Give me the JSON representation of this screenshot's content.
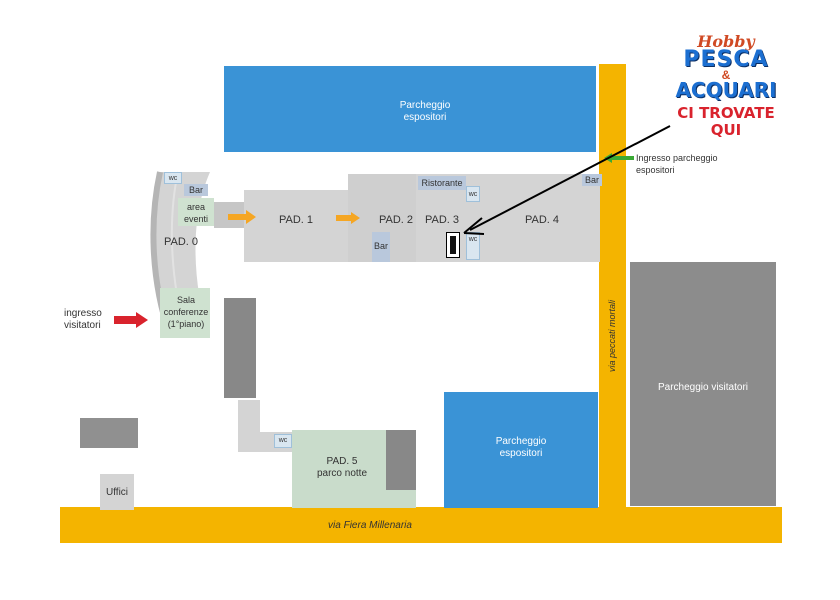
{
  "map": {
    "parcheggio_espositori_top": "Parcheggio espositori",
    "parcheggio_espositori_bottom": "Parcheggio espositori",
    "parcheggio_visitatori": "Parcheggio visitatori",
    "pad0": "PAD. 0",
    "pad1": "PAD. 1",
    "pad2": "PAD. 2",
    "pad3": "PAD. 3",
    "pad4": "PAD. 4",
    "pad5": "PAD. 5",
    "pad5_sub": "parco notte",
    "area_eventi": "area eventi",
    "sala_conferenze": "Sala conferenze (1°piano)",
    "ristorante": "Ristorante",
    "bar": "Bar",
    "wc": "wc",
    "uffici": "Uffici",
    "ingresso_visitatori": "ingresso visitatori",
    "ingresso_parcheggio": "Ingresso parcheggio espositori",
    "via_fiera": "via Fiera Millenaria",
    "via_peccati": "via peccati mortali"
  },
  "logo": {
    "line1": "Hobby",
    "line2": "PESCA",
    "line3": "&",
    "line4": "ACQUARI",
    "callout1": "CI TROVATE",
    "callout2": "QUI"
  },
  "colors": {
    "parking": "#3a93d6",
    "road": "#f4b400",
    "pavilion": "#d4d4d4",
    "green_area": "#cfe2d0",
    "arrow_red": "#d9232d",
    "arrow_orange": "#f5a623",
    "arrow_green": "#3aaa35"
  }
}
